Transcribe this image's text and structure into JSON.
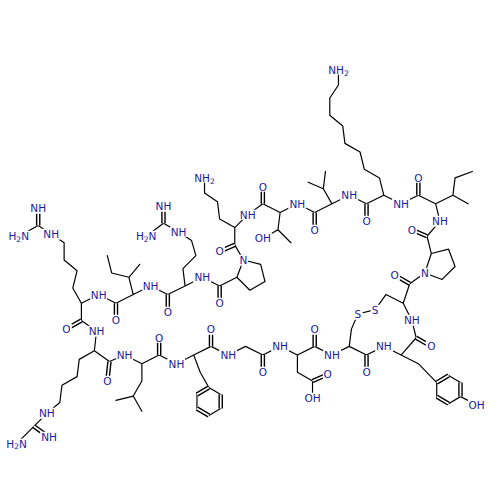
{
  "diagram": {
    "labels": [
      "NH2",
      "NH2",
      "O",
      "O",
      "NH",
      "NH",
      "NH",
      "NH",
      "NH",
      "NH",
      "NH",
      "O",
      "O",
      "O",
      "NH",
      "NH",
      "H2N",
      "H2N",
      "OH",
      "O",
      "N",
      "N",
      "O",
      "NH",
      "NH",
      "NH",
      "O",
      "O",
      "S",
      "S",
      "NH",
      "O",
      "O",
      "NH",
      "O",
      "O",
      "O",
      "O",
      "NH",
      "NH",
      "NH",
      "NH",
      "NH",
      "NH",
      "O",
      "O",
      "O",
      "O",
      "OH",
      "OH",
      "NH",
      "NH",
      "H2N"
    ]
  }
}
